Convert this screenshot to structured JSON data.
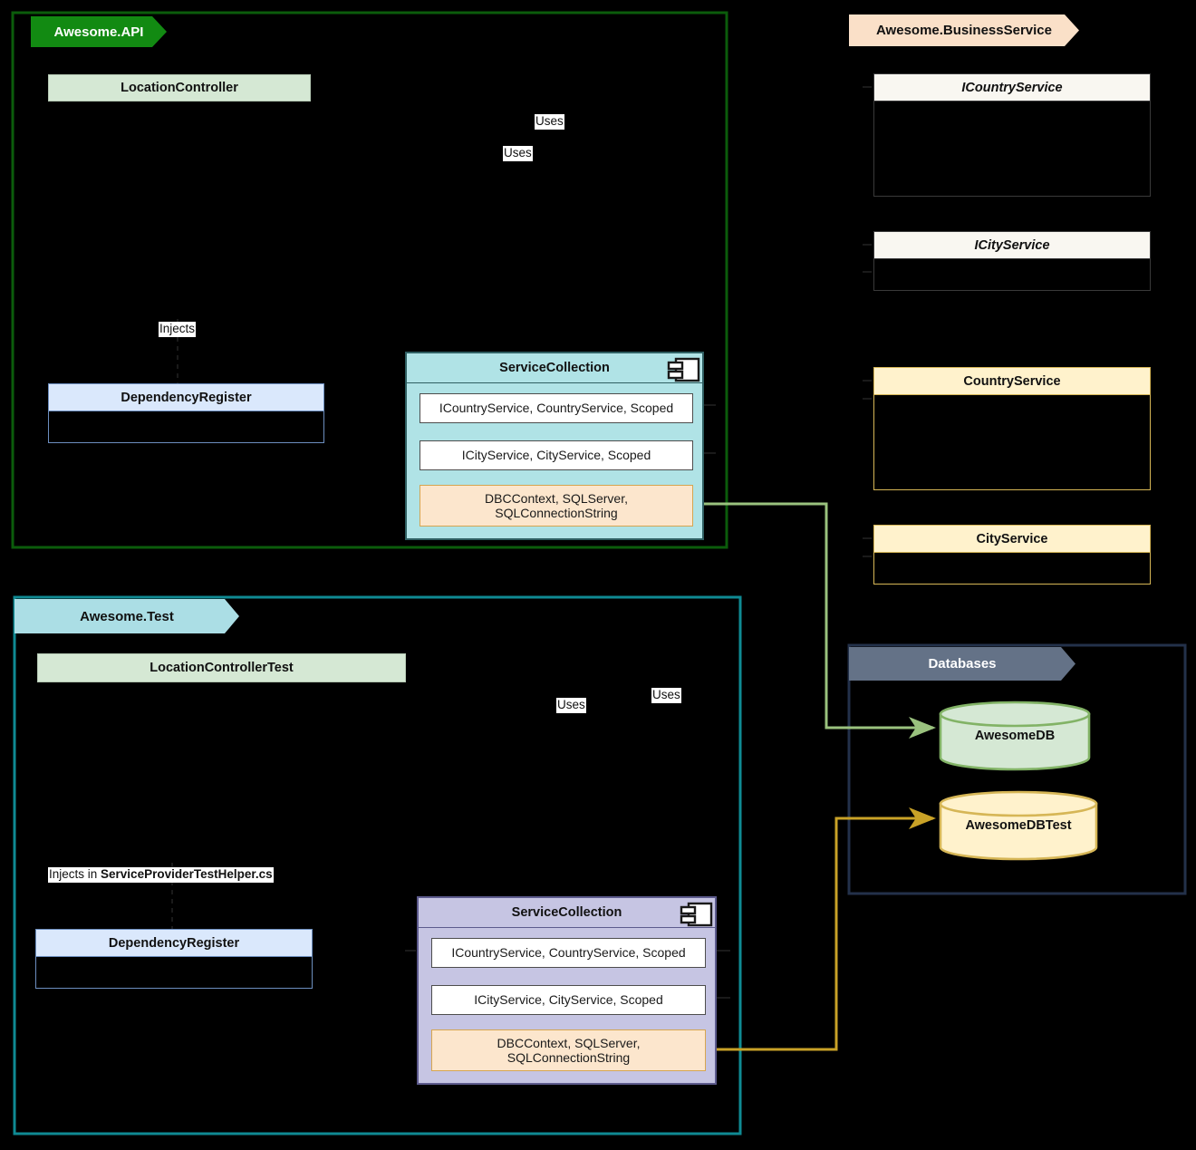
{
  "diagram": {
    "title": "Dependency Injection architecture diagram",
    "background": "#000000"
  },
  "packages": [
    {
      "id": "api",
      "label": "Awesome.API",
      "tab_fill": "#128a12",
      "tab_text": "#ffffff",
      "border": "#0b5c0b"
    },
    {
      "id": "business",
      "label": "Awesome.BusinessService",
      "tab_fill": "#fae0c8",
      "tab_text": "#111111",
      "border": "#b5895a"
    },
    {
      "id": "test",
      "label": "Awesome.Test",
      "tab_fill": "#abdee5",
      "tab_text": "#111111",
      "border": "#0f8a93"
    },
    {
      "id": "db",
      "label": "Databases",
      "tab_fill": "#647287",
      "tab_text": "#ffffff",
      "border": "#23314a"
    }
  ],
  "classes": {
    "location_controller": {
      "title": "LocationController",
      "fill": "#d5e8d4",
      "border": "#b5c9b4",
      "italic": false
    },
    "location_controller_test": {
      "title": "LocationControllerTest",
      "fill": "#d5e8d4",
      "border": "#b5c9b4",
      "italic": false
    },
    "dependency_register_api": {
      "title": "DependencyRegister",
      "fill": "#dae8fc",
      "border": "#6c8ebf",
      "italic": false
    },
    "dependency_register_test": {
      "title": "DependencyRegister",
      "fill": "#dae8fc",
      "border": "#6c8ebf",
      "italic": false
    },
    "icountryservice": {
      "title": "ICountryService",
      "fill": "#f9f7f1",
      "border": "#3a3a3a",
      "italic": true
    },
    "icityservice": {
      "title": "ICityService",
      "fill": "#f9f7f1",
      "border": "#3a3a3a",
      "italic": true
    },
    "countryservice": {
      "title": "CountryService",
      "fill": "#fff2cc",
      "border": "#d6b656",
      "italic": false
    },
    "cityservice": {
      "title": "CityService",
      "fill": "#fff2cc",
      "border": "#d6b656",
      "italic": false
    }
  },
  "service_collections": [
    {
      "id": "api-service-collection",
      "title": "ServiceCollection",
      "fill": "#b0e3e6",
      "border": "#2f5f62",
      "icon": "uml-component-icon",
      "rows": [
        {
          "text": "ICountryService, CountryService, Scoped",
          "fill": "#ffffff",
          "border": "#4d4d4d"
        },
        {
          "text": "ICityService, CityService, Scoped",
          "fill": "#ffffff",
          "border": "#4d4d4d"
        },
        {
          "text": "DBCContext, SQLServer,\nSQLConnectionString",
          "fill": "#fce6cd",
          "border": "#d6a550"
        }
      ]
    },
    {
      "id": "test-service-collection",
      "title": "ServiceCollection",
      "fill": "#c6c5e3",
      "border": "#5d5b8d",
      "icon": "uml-component-icon",
      "rows": [
        {
          "text": "ICountryService, CountryService, Scoped",
          "fill": "#ffffff",
          "border": "#4d4d4d"
        },
        {
          "text": "ICityService, CityService, Scoped",
          "fill": "#ffffff",
          "border": "#4d4d4d"
        },
        {
          "text": "DBCContext, SQLServer,\nSQLConnectionString",
          "fill": "#fce6cd",
          "border": "#d6a550"
        }
      ]
    }
  ],
  "databases": [
    {
      "id": "awesomedb",
      "label": "AwesomeDB",
      "fill": "#d5e8d4",
      "border": "#82b366"
    },
    {
      "id": "awesomedbtest",
      "label": "AwesomeDBTest",
      "fill": "#fff2cc",
      "border": "#d6b656"
    }
  ],
  "edge_labels": {
    "uses_api_1": "Uses",
    "uses_api_2": "Uses",
    "injects_api": "Injects",
    "uses_test_1": "Uses",
    "uses_test_2": "Uses",
    "injects_test_prefix": "Injects in ",
    "injects_test_file": "ServiceProviderTestHelper.cs"
  },
  "connector_colors": {
    "db_green": "#9ac27e",
    "db_orange": "#c9a227",
    "plain": "#1a1a1a"
  }
}
